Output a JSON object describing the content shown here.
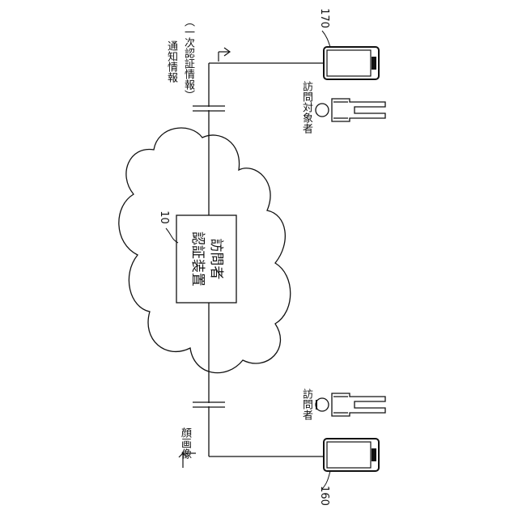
{
  "diagram": {
    "device_label": "訪問者\n認証装置",
    "device_ref": "10",
    "visitor_phone_ref": "160",
    "visit_target_phone_ref": "170",
    "visitor_label": "訪問者",
    "visit_target_label": "訪問対象者",
    "face_image_label": "顔画像",
    "notification_label_line1": "通知情報",
    "notification_label_line2": "（一次認証情報）"
  }
}
